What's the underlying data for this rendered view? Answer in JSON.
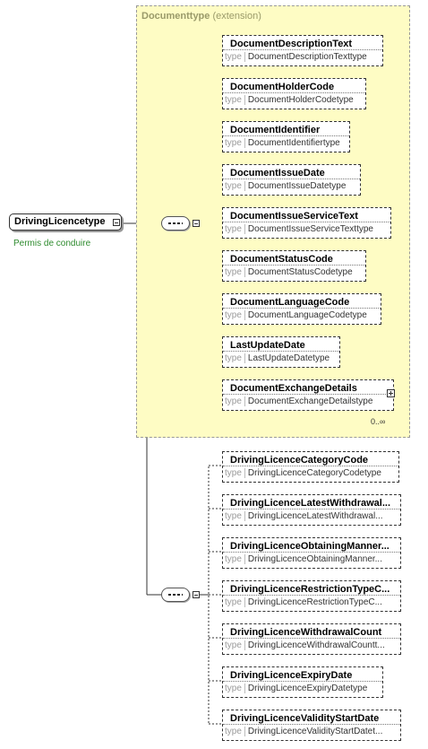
{
  "extension": {
    "name": "Documenttype",
    "label": "(extension)"
  },
  "root": {
    "name": "DrivingLicencetype",
    "documentation": "Permis de conduire"
  },
  "type_keyword": "type",
  "group1": [
    {
      "name": "DocumentDescriptionText",
      "type": "DocumentDescriptionTexttype"
    },
    {
      "name": "DocumentHolderCode",
      "type": "DocumentHolderCodetype"
    },
    {
      "name": "DocumentIdentifier",
      "type": "DocumentIdentifiertype"
    },
    {
      "name": "DocumentIssueDate",
      "type": "DocumentIssueDatetype"
    },
    {
      "name": "DocumentIssueServiceText",
      "type": "DocumentIssueServiceTexttype"
    },
    {
      "name": "DocumentStatusCode",
      "type": "DocumentStatusCodetype"
    },
    {
      "name": "DocumentLanguageCode",
      "type": "DocumentLanguageCodetype"
    },
    {
      "name": "LastUpdateDate",
      "type": "LastUpdateDatetype"
    },
    {
      "name": "DocumentExchangeDetails",
      "type": "DocumentExchangeDetailstype"
    }
  ],
  "group1_occurrence": "0..∞",
  "group2": [
    {
      "name": "DrivingLicenceCategoryCode",
      "type": "DrivingLicenceCategoryCodetype"
    },
    {
      "name": "DrivingLicenceLatestWithdrawal...",
      "type": "DrivingLicenceLatestWithdrawal..."
    },
    {
      "name": "DrivingLicenceObtainingManner...",
      "type": "DrivingLicenceObtainingManner..."
    },
    {
      "name": "DrivingLicenceRestrictionTypeC...",
      "type": "DrivingLicenceRestrictionTypeC..."
    },
    {
      "name": "DrivingLicenceWithdrawalCount",
      "type": "DrivingLicenceWithdrawalCountt..."
    },
    {
      "name": "DrivingLicenceExpiryDate",
      "type": "DrivingLicenceExpiryDatetype"
    },
    {
      "name": "DrivingLicenceValidityStartDate",
      "type": "DrivingLicenceValidityStartDatet..."
    }
  ]
}
